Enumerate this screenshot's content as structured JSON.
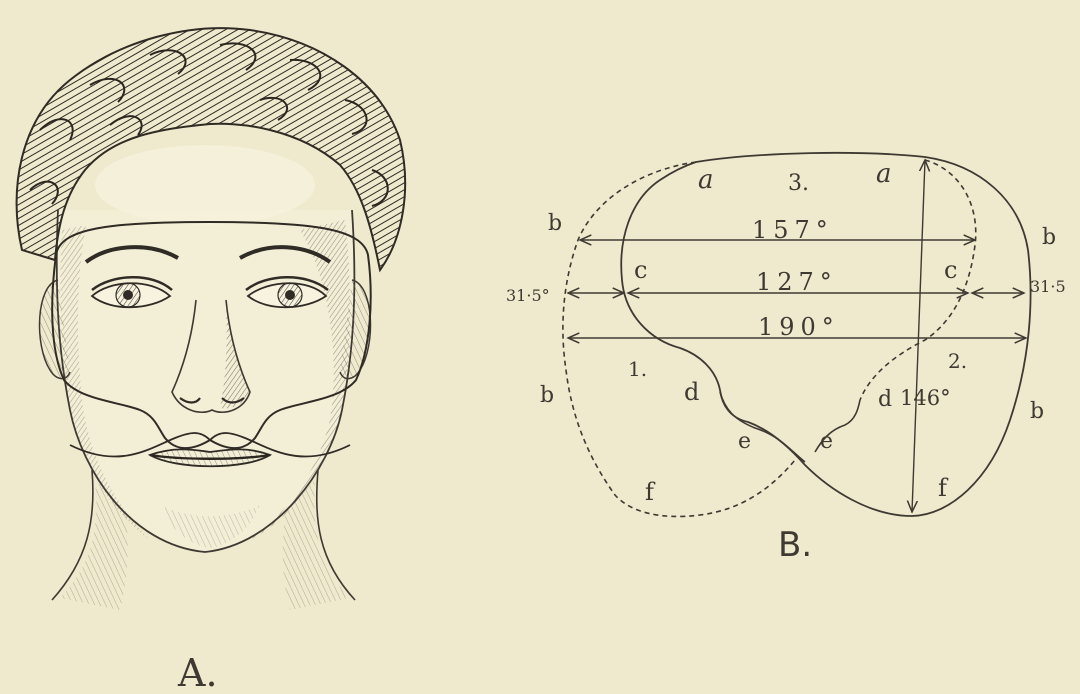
{
  "figure_a": {
    "label": "A."
  },
  "figure_b": {
    "label": "B.",
    "region_labels": {
      "r1": "1.",
      "r2": "2.",
      "r3": "3."
    },
    "point_labels": {
      "a_left": "a",
      "a_right": "a",
      "b_upper_left": "b",
      "b_upper_right": "b",
      "b_lower_left": "b",
      "b_lower_right": "b",
      "c_left": "c",
      "c_right": "c",
      "d_left": "d",
      "d_right": "d",
      "e_left": "e",
      "e_right": "e",
      "f_left": "f",
      "f_right": "f"
    },
    "measurements": {
      "top": "157°",
      "middle": "127°",
      "lower": "190°",
      "vertical": "146°",
      "side_left": "31·5°",
      "side_right": "31·5"
    }
  },
  "colors": {
    "paper": "#efe9cd",
    "ink": "#3e3a33"
  }
}
